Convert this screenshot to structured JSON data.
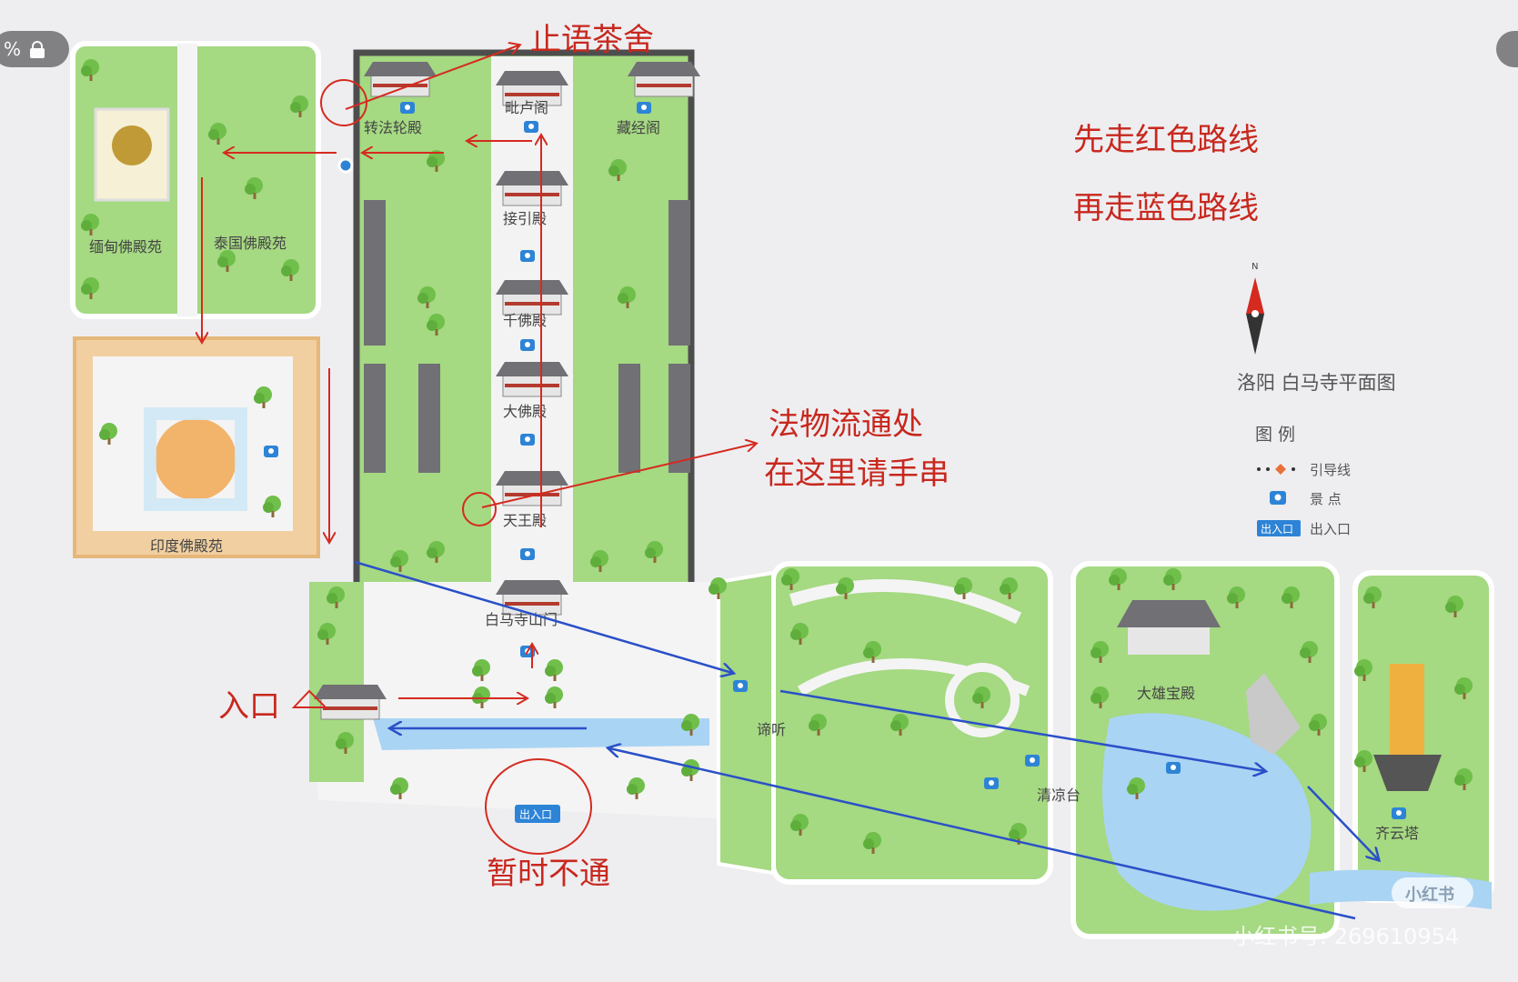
{
  "title": "洛阳 白马寺平面图",
  "compass": "N",
  "legend": {
    "header": "图 例",
    "items": [
      {
        "symbol": "guide-line",
        "label": "引导线"
      },
      {
        "symbol": "camera-icon",
        "label": "景 点"
      },
      {
        "symbol": "exit-badge",
        "label": "出入口",
        "badge": "出入口"
      }
    ]
  },
  "places": [
    {
      "id": "zhiyu",
      "label": "止语茶舍"
    },
    {
      "id": "pilu",
      "label": "毗卢阁"
    },
    {
      "id": "cangjing",
      "label": "藏经阁"
    },
    {
      "id": "zhengfa",
      "label": "转法轮殿"
    },
    {
      "id": "jieyin",
      "label": "接引殿"
    },
    {
      "id": "qianfo",
      "label": "千佛殿"
    },
    {
      "id": "daxiong",
      "label": "大佛殿"
    },
    {
      "id": "tianwang",
      "label": "天王殿"
    },
    {
      "id": "miandian",
      "label": "缅甸佛殿苑"
    },
    {
      "id": "taiguo",
      "label": "泰国佛殿苑"
    },
    {
      "id": "yindu",
      "label": "印度佛殿苑"
    },
    {
      "id": "shanmen",
      "label": "白马寺山门"
    },
    {
      "id": "daxiongbaodian",
      "label": "大雄宝殿"
    },
    {
      "id": "qiyun",
      "label": "齐云塔"
    },
    {
      "id": "qingliang",
      "label": "清凉台"
    },
    {
      "id": "diting",
      "label": "谛听"
    },
    {
      "id": "exit",
      "label": "出入口"
    }
  ],
  "annotations": {
    "routes_line1": "先走红色路线",
    "routes_line2": "再走蓝色路线",
    "zhiyu": "止语茶舍",
    "fawu_line1": "法物流通处",
    "fawu_line2": "在这里请手串",
    "entrance": "入口",
    "closed": "暂时不通"
  },
  "watermark": {
    "badge": "小红书",
    "id_text": "小红书号: 269610954"
  },
  "ui": {
    "percent": "%"
  },
  "colors": {
    "grass": "#a5d982",
    "grass_edge": "#ffffff",
    "path": "#f2f2f2",
    "wall": "#4d4d4d",
    "red_route": "#d52a1f",
    "blue_route": "#2a50c8",
    "water": "#aad4f3",
    "yindu_bg": "#f1cfa0",
    "camera": "#2d84d6"
  }
}
